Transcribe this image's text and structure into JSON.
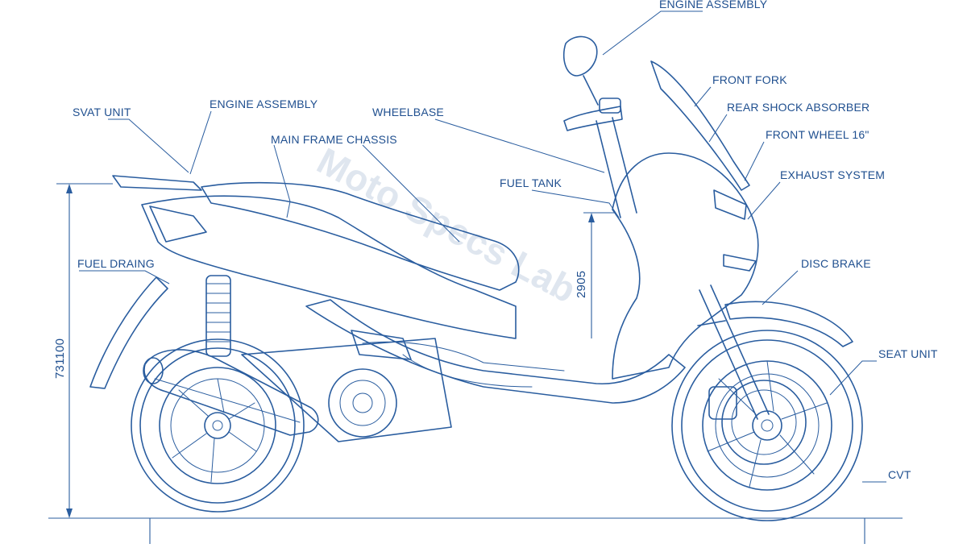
{
  "colors": {
    "line": "#2a5d9f",
    "text": "#1f4f8f",
    "watermark": "#dfe6ef",
    "background": "#ffffff"
  },
  "watermark": "Moto Specs Lab",
  "labels": {
    "engine_assembly_top": "ENGINE ASSEMBLY",
    "front_fork": "FRONT FORK",
    "rear_shock_absorber": "REAR SHOCK ABSORBER",
    "front_wheel": "FRONT WHEEL 16\"",
    "exhaust_system": "EXHAUST SYSTEM",
    "disc_brake": "DISC BRAKE",
    "seat_unit_right": "SEAT UNIT",
    "cvt": "CVT",
    "svat_unit": "SVAT UNIT",
    "engine_assembly_left": "ENGINE ASSEMBLY",
    "wheelbase": "WHEELBASE",
    "main_frame_chassis": "MAIN FRAME CHASSIS",
    "fuel_tank": "FUEL TANK",
    "fuel_drawing": "FUEL DRAING"
  },
  "dimensions": {
    "overall_height": "731100",
    "seat_height": "2905"
  }
}
